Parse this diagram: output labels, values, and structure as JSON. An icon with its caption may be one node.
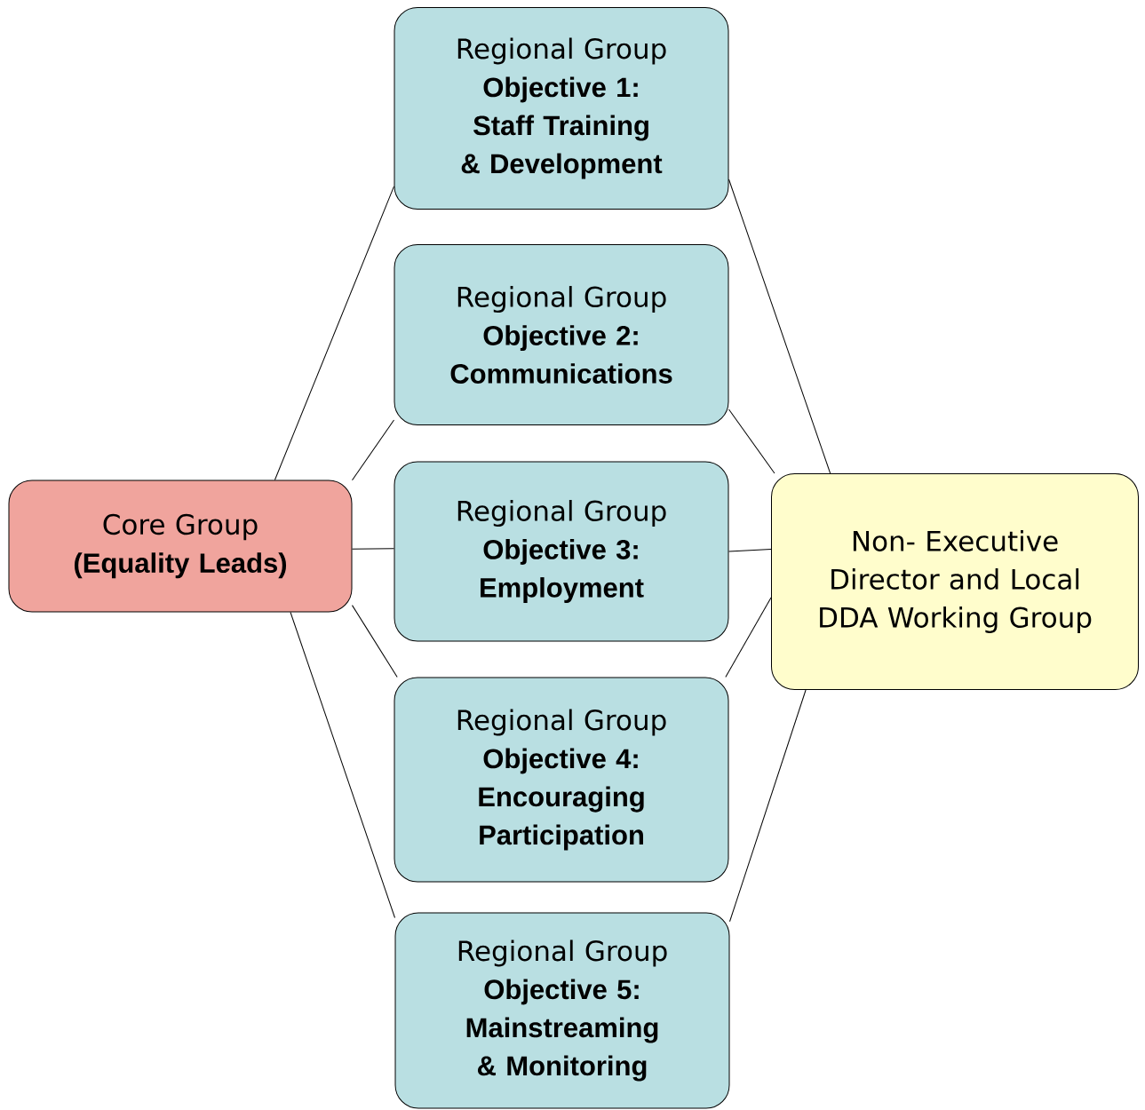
{
  "diagram": {
    "nodes": [
      {
        "text": [
          "Core Group",
          "(Equality Leads)"
        ]
      },
      {
        "text": [
          "Regional Group",
          "Objective 1: Staff Training & Development"
        ]
      },
      {
        "text": [
          "Regional Group",
          "Objective 2: Communications"
        ]
      },
      {
        "text": [
          "Regional Group",
          "Objective 3: Employment"
        ]
      },
      {
        "text": [
          "Regional Group",
          "Objective 4: Encouraging Participation"
        ]
      },
      {
        "text": [
          "Regional Group",
          "Objective 5: Mainstreaming & Monitoring"
        ]
      },
      {
        "text": [
          "Non- Executive Director and Local DDA Working Group"
        ]
      }
    ],
    "edges": [
      {
        "from": 0,
        "to": 1,
        "arrow": "none"
      },
      {
        "from": 0,
        "to": 2,
        "arrow": "none"
      },
      {
        "from": 0,
        "to": 3,
        "arrow": "none"
      },
      {
        "from": 0,
        "to": 4,
        "arrow": "none"
      },
      {
        "from": 0,
        "to": 5,
        "arrow": "none"
      },
      {
        "from": 1,
        "to": 6,
        "arrow": "none"
      },
      {
        "from": 2,
        "to": 6,
        "arrow": "none"
      },
      {
        "from": 3,
        "to": 6,
        "arrow": "none"
      },
      {
        "from": 4,
        "to": 6,
        "arrow": "none"
      },
      {
        "from": 5,
        "to": 6,
        "arrow": "none"
      }
    ]
  }
}
